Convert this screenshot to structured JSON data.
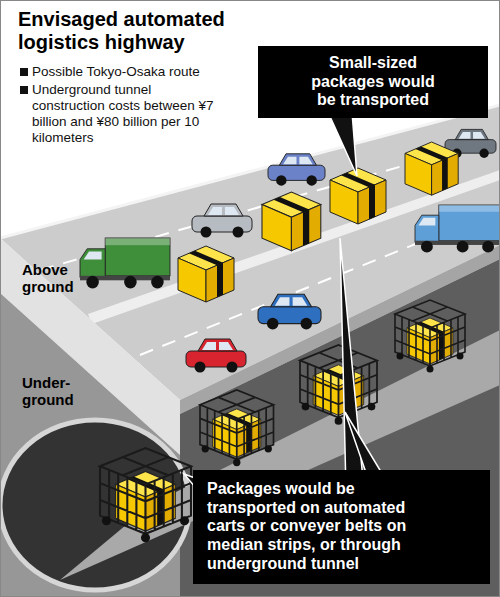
{
  "diagram": {
    "title": "Envisaged automated logistics highway",
    "nodes": [
      {
        "text": [
          "Small-sized packages would be transported"
        ]
      },
      {
        "text": [
          "Packages would be transported on automated carts or conveyer belts on median strips, or through underground tunnel"
        ]
      }
    ],
    "labels": [
      "Possible Tokyo-Osaka route",
      "Underground tunnel construction costs between ¥7 billion and ¥80 billion per 10 kilometers",
      "Above ground",
      "Under- ground"
    ]
  }
}
